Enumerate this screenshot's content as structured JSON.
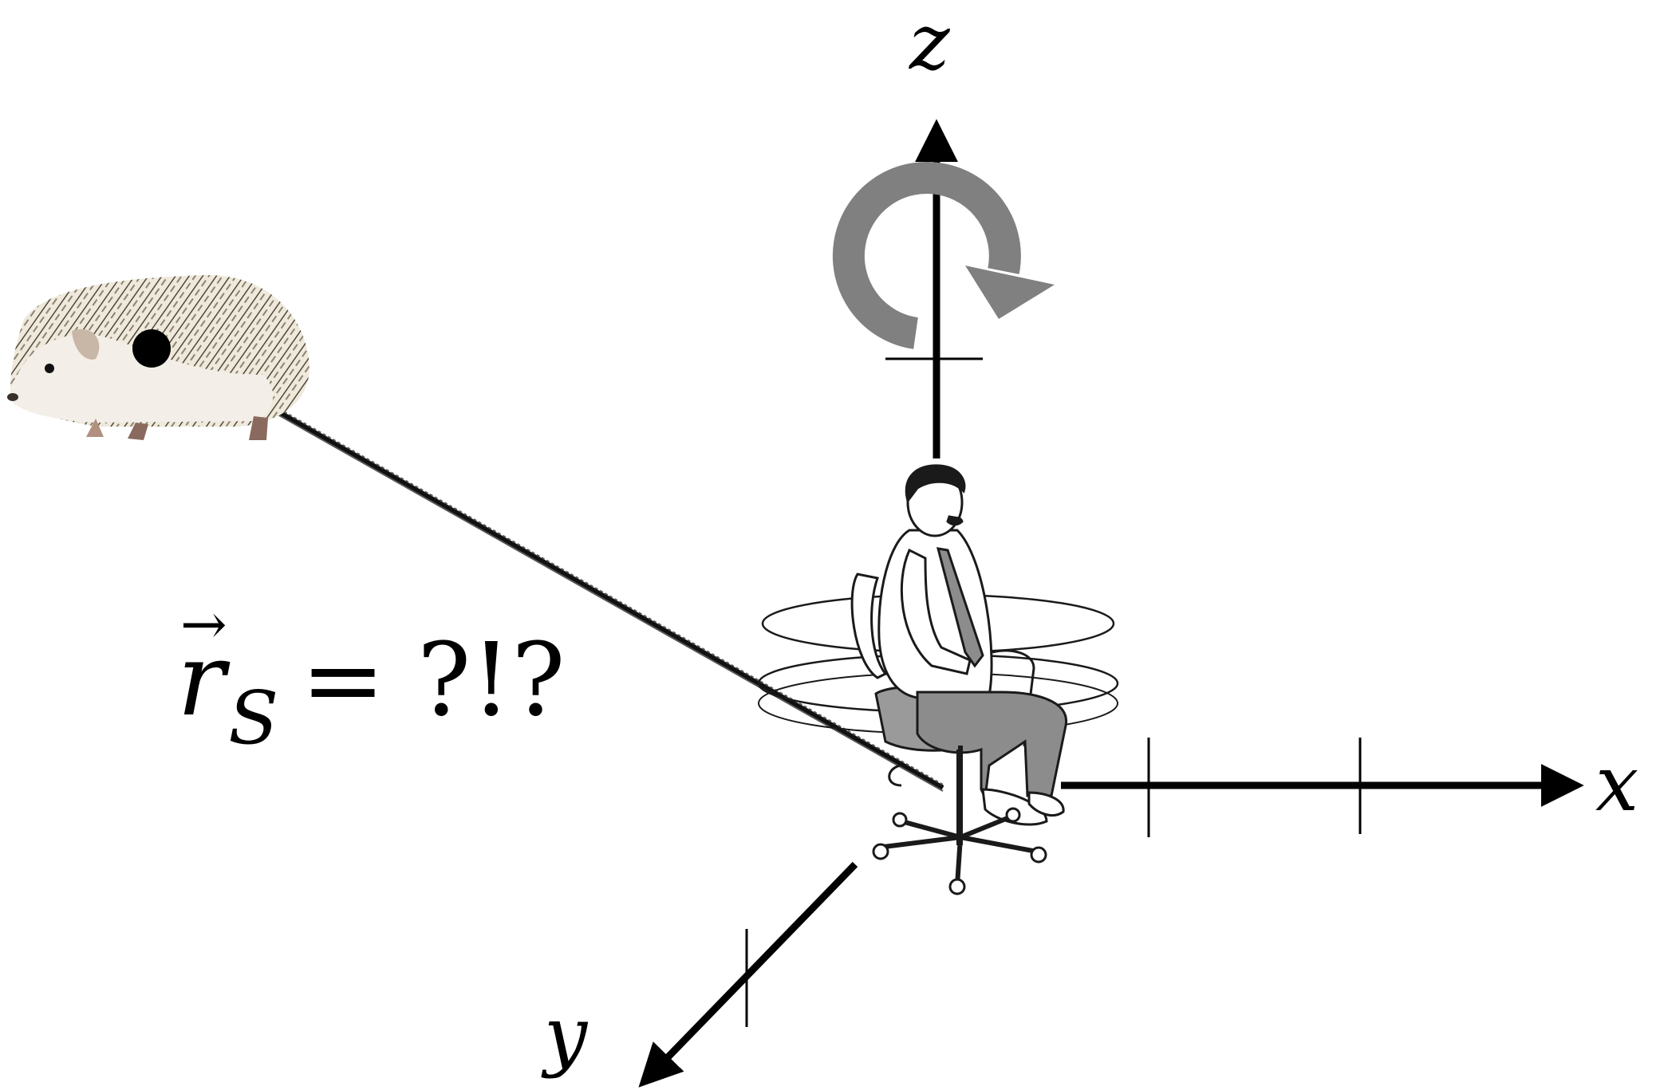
{
  "axes": {
    "x_label": "x",
    "y_label": "y",
    "z_label": "z"
  },
  "equation": {
    "vector_symbol": "r",
    "arrow": "→",
    "subscript": "S",
    "rhs": "= ?!?"
  },
  "colors": {
    "axis": "#000000",
    "rotation_arrow": "#808080",
    "hedgehog_body": "#f3efe8",
    "hedgehog_spines": "#5b5446",
    "chair_seat": "#9a9a9a"
  },
  "icons": {
    "rotation": "rotation-arrow-icon",
    "hedgehog": "hedgehog-icon",
    "person": "person-on-swivel-chair-icon"
  }
}
